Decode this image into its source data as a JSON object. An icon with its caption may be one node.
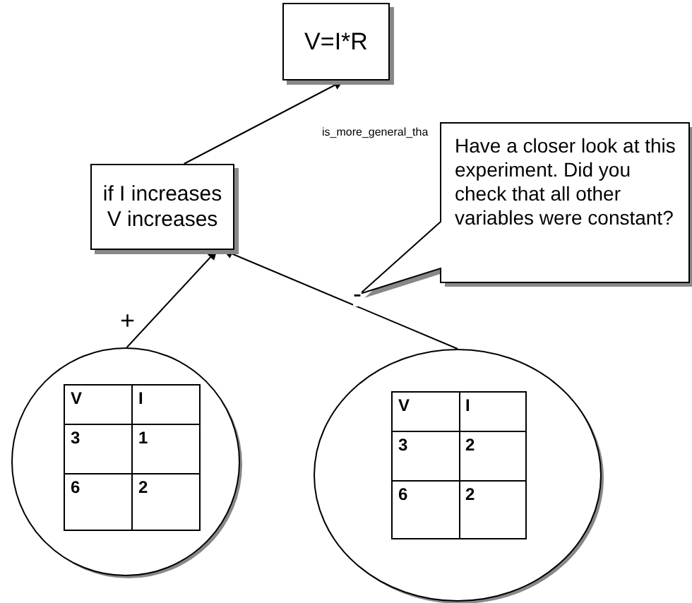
{
  "diagram": {
    "nodes": [
      {
        "text": [
          "V=I*R"
        ]
      },
      {
        "text": [
          "if I increases V increases"
        ]
      },
      {
        "text": [
          "V",
          "I",
          "3",
          "1",
          "6",
          "2"
        ]
      },
      {
        "text": [
          "V",
          "I",
          "3",
          "2",
          "6",
          "2"
        ]
      },
      {
        "text": [
          "Have a closer look at this experiment. Did you check that all other variables were constant?"
        ]
      }
    ],
    "edges": [
      {
        "from": 1,
        "to": 0,
        "arrow": "to",
        "label": "is_more_general_tha"
      },
      {
        "from": 2,
        "to": 1,
        "arrow": "to",
        "label": "+"
      },
      {
        "from": 3,
        "to": 1,
        "arrow": "to",
        "label": "-"
      }
    ]
  }
}
